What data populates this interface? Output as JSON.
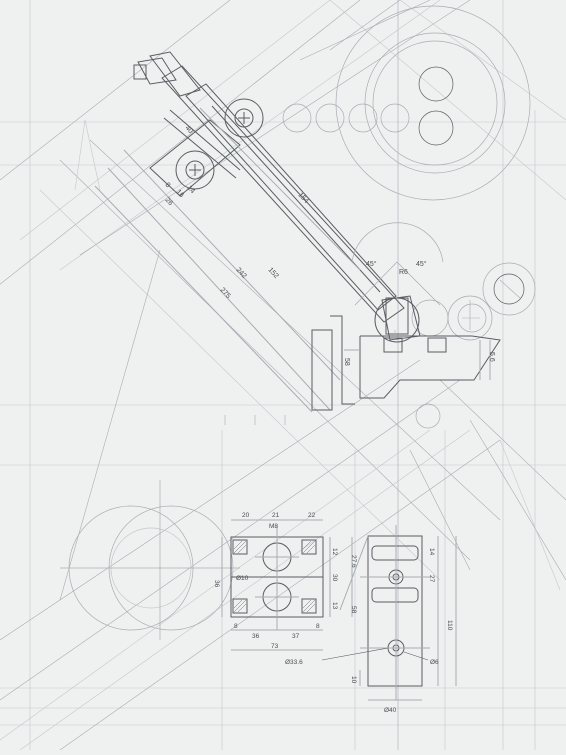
{
  "drawing": {
    "colors": {
      "paper": "#eef1f0",
      "pencil": "#5a5d62",
      "construction": "#a8adb2",
      "hair": "#c4c8cc"
    },
    "assembly_dims": {
      "d154": "154",
      "d152": "152",
      "d242": "242",
      "d275": "275",
      "a45_left": "45°",
      "a45_right": "45°",
      "r6": "R6",
      "d58": "58",
      "d56": "5.6",
      "d40": "40",
      "d14": "14",
      "d8": "8",
      "d16": "16",
      "d26": "26"
    },
    "front_view": {
      "top_dims": [
        "20",
        "21",
        "22"
      ],
      "thread": "M8",
      "hole": "Ø10",
      "left_height": "36",
      "right_dims": [
        "12",
        "27.6",
        "30",
        "13",
        "58"
      ],
      "bottom_dims": [
        "8",
        "36",
        "37",
        "8"
      ],
      "overall_width": "73"
    },
    "side_view": {
      "dims": [
        "14",
        "27",
        "110"
      ],
      "d_hole": "Ø6",
      "d_small": "Ø6",
      "offset": "10",
      "width": "Ø40",
      "leader_label": "Ø33.6"
    }
  }
}
